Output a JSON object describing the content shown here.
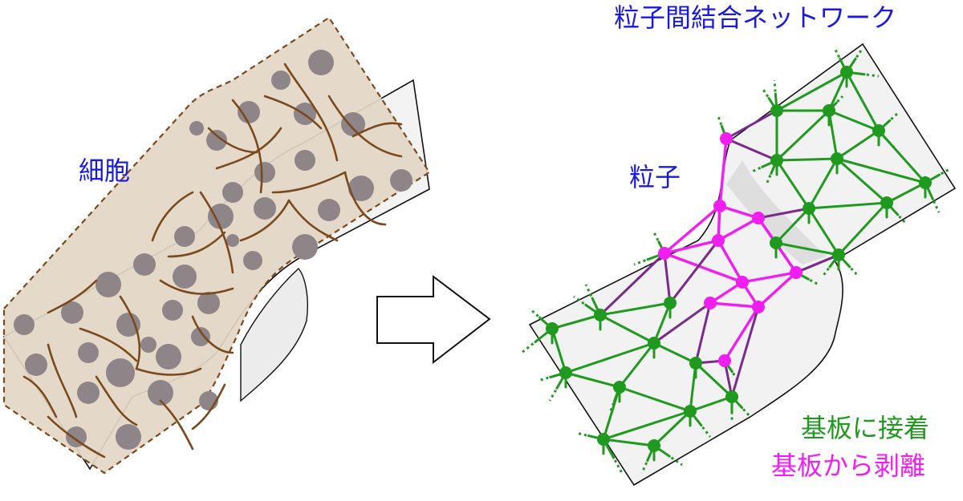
{
  "labels": {
    "cells": "細胞",
    "network": "粒子間結合ネットワーク",
    "particle": "粒子",
    "adhered": "基板に接着",
    "detached": "基板から剥離"
  },
  "colors": {
    "label_blue": "#1a1adb",
    "adhered_green": "#1f9a1f",
    "detached_magenta": "#f01ef0",
    "cell_fill": "#e3d7c4",
    "cell_border": "#7a4a1e",
    "nucleus": "#8e8589",
    "substrate": "#f2f2f2"
  }
}
